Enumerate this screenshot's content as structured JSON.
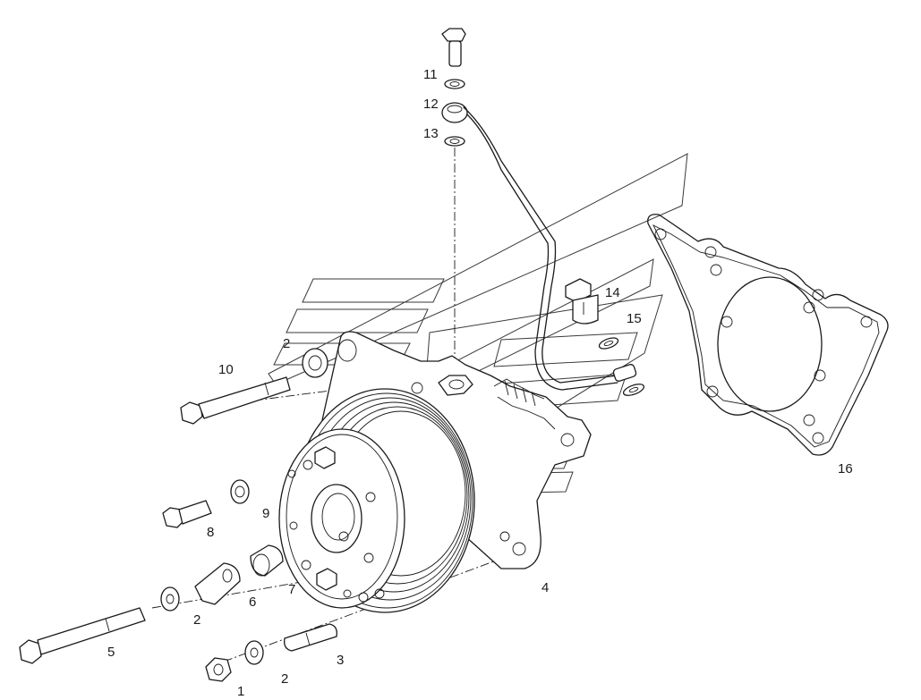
{
  "callouts": [
    {
      "label": "1"
    },
    {
      "label": "2"
    },
    {
      "label": "2"
    },
    {
      "label": "2"
    },
    {
      "label": "3"
    },
    {
      "label": "4"
    },
    {
      "label": "5"
    },
    {
      "label": "6"
    },
    {
      "label": "7"
    },
    {
      "label": "8"
    },
    {
      "label": "9"
    },
    {
      "label": "10"
    },
    {
      "label": "11"
    },
    {
      "label": "12"
    },
    {
      "label": "13"
    },
    {
      "label": "14"
    },
    {
      "label": "15"
    },
    {
      "label": "16"
    }
  ],
  "colors": {
    "line": "#1a1a1a",
    "background": "#ffffff"
  }
}
